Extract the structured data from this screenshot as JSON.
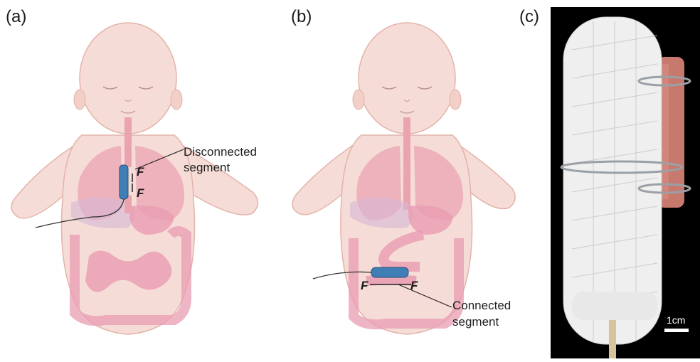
{
  "panels": [
    {
      "label": "(a)"
    },
    {
      "label": "(b)"
    },
    {
      "label": "(c)"
    }
  ],
  "annotations": {
    "a_label_line1": "Disconnected",
    "a_label_line2": "segment",
    "b_label_line1": "Connected",
    "b_label_line2": "segment",
    "force_symbol": "F"
  },
  "scale_bar": {
    "label": "1cm"
  },
  "colors": {
    "skin": "#f6dcd6",
    "skin_outline": "#e3b3aa",
    "lungs": "#ecaab8",
    "organs": "#e89cb1",
    "device": "#3f7fb6",
    "photo_background": "#000000"
  }
}
